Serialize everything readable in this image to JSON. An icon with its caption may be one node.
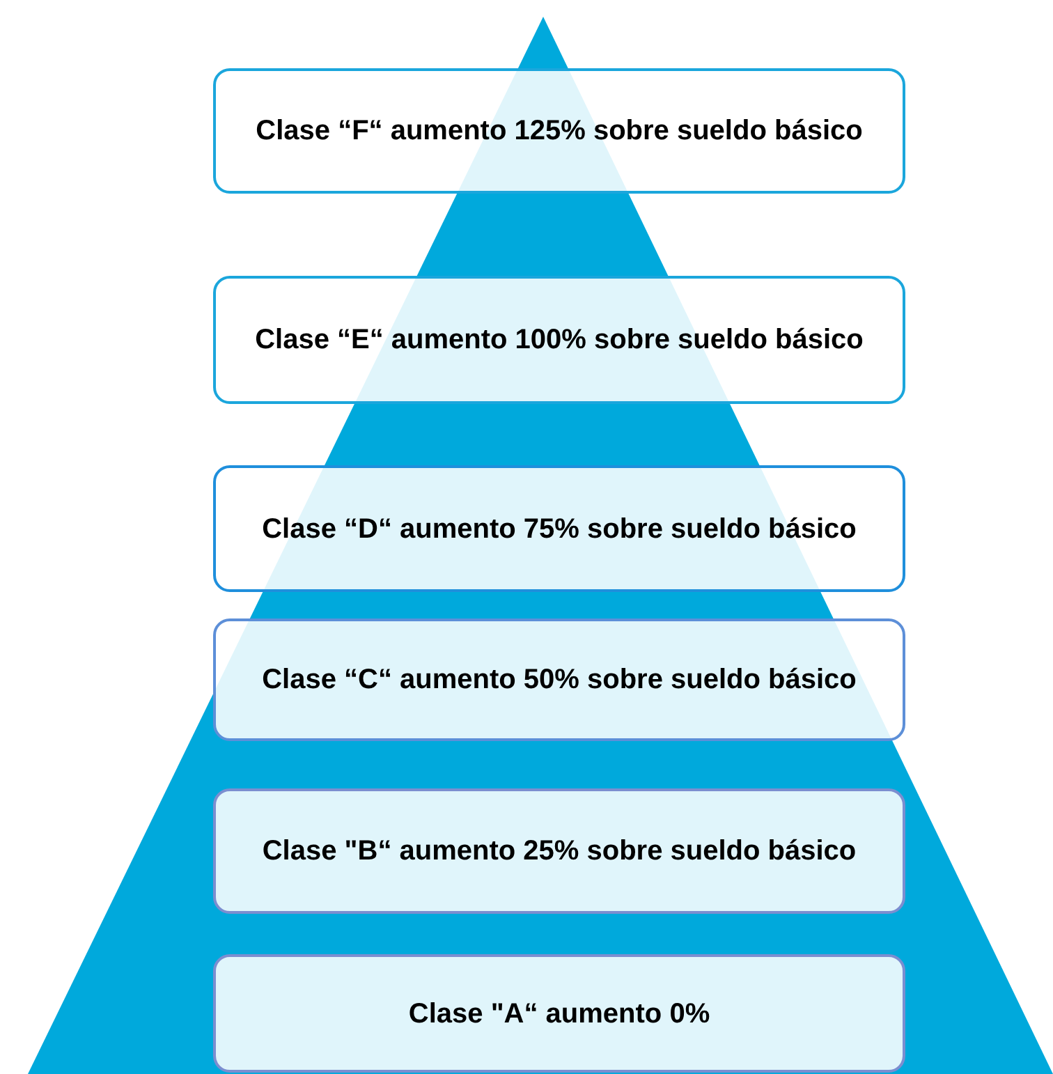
{
  "diagram": {
    "nodes": [
      {
        "text": [
          "Clase “F“ aumento 125% sobre sueldo básico"
        ]
      },
      {
        "text": [
          "Clase “E“ aumento 100% sobre sueldo básico"
        ]
      },
      {
        "text": [
          "Clase “D“ aumento 75% sobre sueldo básico"
        ]
      },
      {
        "text": [
          "Clase “C“ aumento 50% sobre sueldo básico"
        ]
      },
      {
        "text": [
          "Clase \"B“ aumento 25% sobre sueldo básico"
        ]
      },
      {
        "text": [
          "Clase \"A“ aumento 0%"
        ]
      }
    ]
  }
}
